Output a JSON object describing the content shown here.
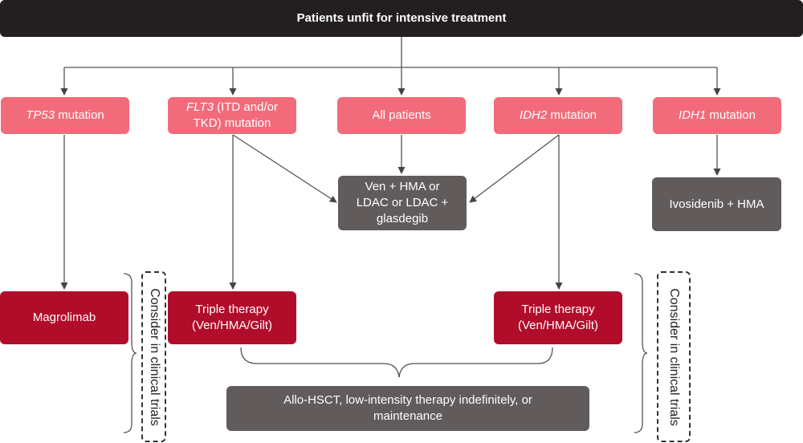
{
  "title": "Patients unfit for intensive treatment",
  "categories": {
    "tp53": {
      "gene": "TP53",
      "rest": " mutation"
    },
    "flt3": {
      "gene": "FLT3",
      "rest1": " (ITD and/or",
      "line2": "TKD) mutation"
    },
    "all": {
      "label": "All patients"
    },
    "idh2": {
      "gene": "IDH2",
      "rest": " mutation"
    },
    "idh1": {
      "gene": "IDH1",
      "rest": " mutation"
    }
  },
  "treatments": {
    "ven_hma": {
      "line1": "Ven + HMA or",
      "line2": "LDAC or LDAC +",
      "line3": "glasdegib"
    },
    "ivosidenib": {
      "label": "Ivosidenib + HMA"
    },
    "magrolimab": {
      "label": "Magrolimab"
    },
    "triple_left": {
      "line1": "Triple therapy",
      "line2": "(Ven/HMA/Gilt)"
    },
    "triple_right": {
      "line1": "Triple therapy",
      "line2": "(Ven/HMA/Gilt)"
    },
    "allo": {
      "line1": "Allo-HSCT, low-intensity therapy indefinitely, or",
      "line2": "maintenance"
    }
  },
  "notes": {
    "left_trials": "Consider in clinical trials",
    "right_trials": "Consider in clinical trials"
  },
  "colors": {
    "dark": "#231f20",
    "pink": "#f26b7a",
    "gray": "#615b5c",
    "red": "#b10d2b",
    "line": "#555555"
  }
}
